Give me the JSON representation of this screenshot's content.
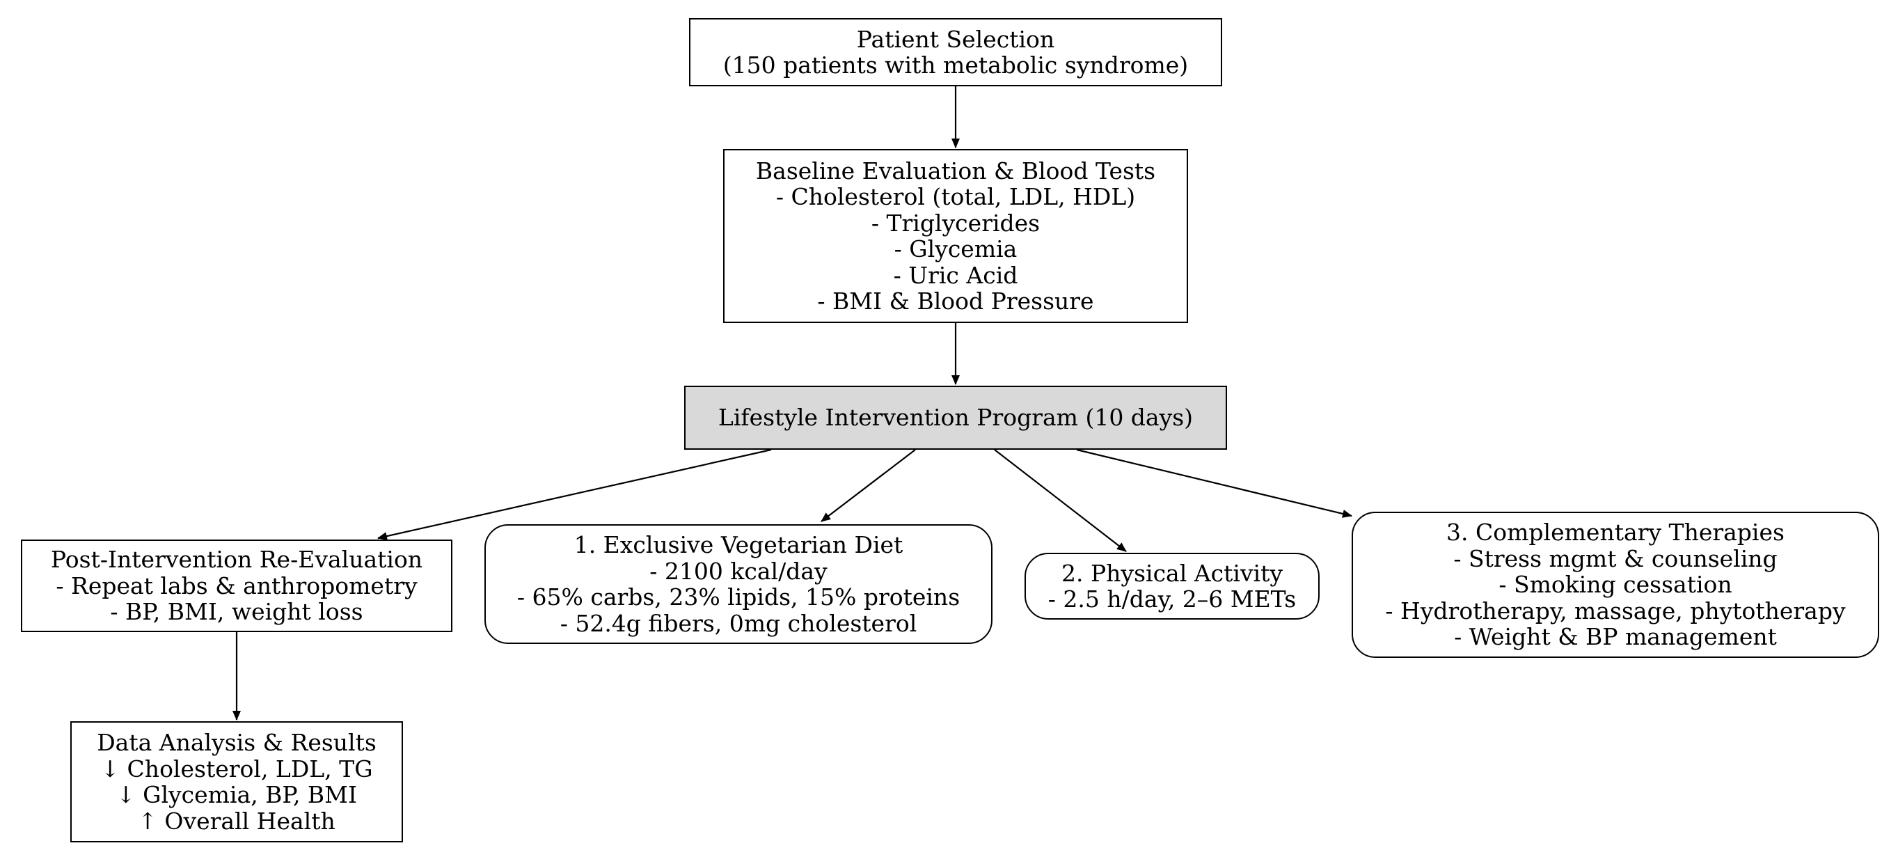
{
  "nodes": {
    "patient_selection": {
      "lines": [
        "Patient Selection",
        "(150 patients with metabolic syndrome)"
      ]
    },
    "baseline": {
      "lines": [
        "Baseline Evaluation & Blood Tests",
        "- Cholesterol (total, LDL, HDL)",
        "- Triglycerides",
        "- Glycemia",
        "- Uric Acid",
        "- BMI & Blood Pressure"
      ]
    },
    "lifestyle": {
      "lines": [
        "Lifestyle Intervention Program (10 days)"
      ],
      "fill": "#d9d9d9"
    },
    "post_eval": {
      "lines": [
        "Post-Intervention Re-Evaluation",
        "- Repeat labs & anthropometry",
        "- BP, BMI, weight loss"
      ]
    },
    "diet": {
      "lines": [
        "1. Exclusive Vegetarian Diet",
        "- 2100 kcal/day",
        "- 65% carbs, 23% lipids, 15% proteins",
        "- 52.4g fibers, 0mg cholesterol"
      ]
    },
    "activity": {
      "lines": [
        "2. Physical Activity",
        "- 2.5 h/day, 2–6 METs"
      ]
    },
    "therapies": {
      "lines": [
        "3. Complementary Therapies",
        "- Stress mgmt & counseling",
        "- Smoking cessation",
        "- Hydrotherapy, massage, phytotherapy",
        "- Weight & BP management"
      ]
    },
    "results": {
      "lines": [
        "Data Analysis & Results",
        "↓ Cholesterol, LDL, TG",
        "↓ Glycemia, BP, BMI",
        "↑ Overall Health"
      ]
    }
  },
  "edges": [
    {
      "from": "patient_selection",
      "to": "baseline"
    },
    {
      "from": "baseline",
      "to": "lifestyle"
    },
    {
      "from": "lifestyle",
      "to": "post_eval"
    },
    {
      "from": "lifestyle",
      "to": "diet"
    },
    {
      "from": "lifestyle",
      "to": "activity"
    },
    {
      "from": "lifestyle",
      "to": "therapies"
    },
    {
      "from": "post_eval",
      "to": "results"
    }
  ]
}
